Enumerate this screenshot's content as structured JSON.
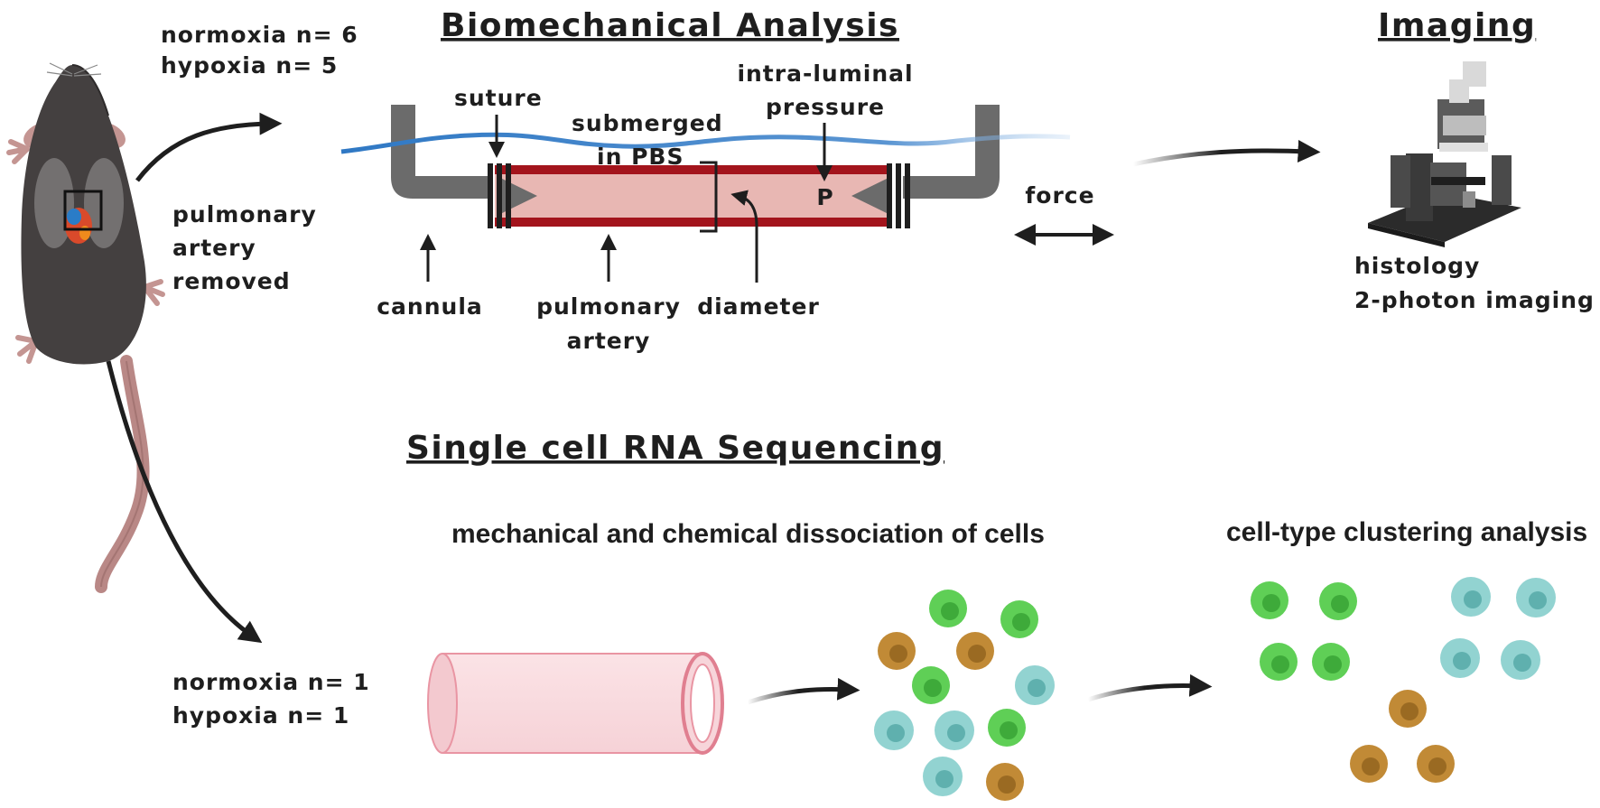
{
  "headers": {
    "biomechanical": "Biomechanical  Analysis",
    "imaging": "Imaging",
    "scrna": "Single cell RNA Sequencing"
  },
  "groups": {
    "top": {
      "normoxia": "normoxia n= 6",
      "hypoxia": "hypoxia n= 5"
    },
    "bottom": {
      "normoxia": "normoxia n= 1",
      "hypoxia": "hypoxia n= 1"
    }
  },
  "mouse_label": [
    "pulmonary",
    "artery",
    "removed"
  ],
  "apparatus_labels": {
    "suture": "suture",
    "submerged": [
      "submerged",
      "in  PBS"
    ],
    "pressure": [
      "intra-luminal",
      "pressure"
    ],
    "pressure_symbol": "P",
    "cannula": "cannula",
    "artery": [
      "pulmonary",
      "artery"
    ],
    "diameter": "diameter",
    "force": "force"
  },
  "imaging_labels": [
    "histology",
    "2-photon imaging"
  ],
  "steps": {
    "dissociation": "mechanical and chemical dissociation of cells",
    "clustering": "cell-type clustering analysis"
  },
  "colors": {
    "green": "#5fcf56",
    "teal": "#92d3d1",
    "brown": "#c18a36",
    "artery_wall": "#a3141c",
    "artery_lumen": "#e8b7b3",
    "cannula": "#6b6b6b",
    "water": "#2f78c4",
    "mouse": "#444040",
    "tail": "#b98886"
  }
}
